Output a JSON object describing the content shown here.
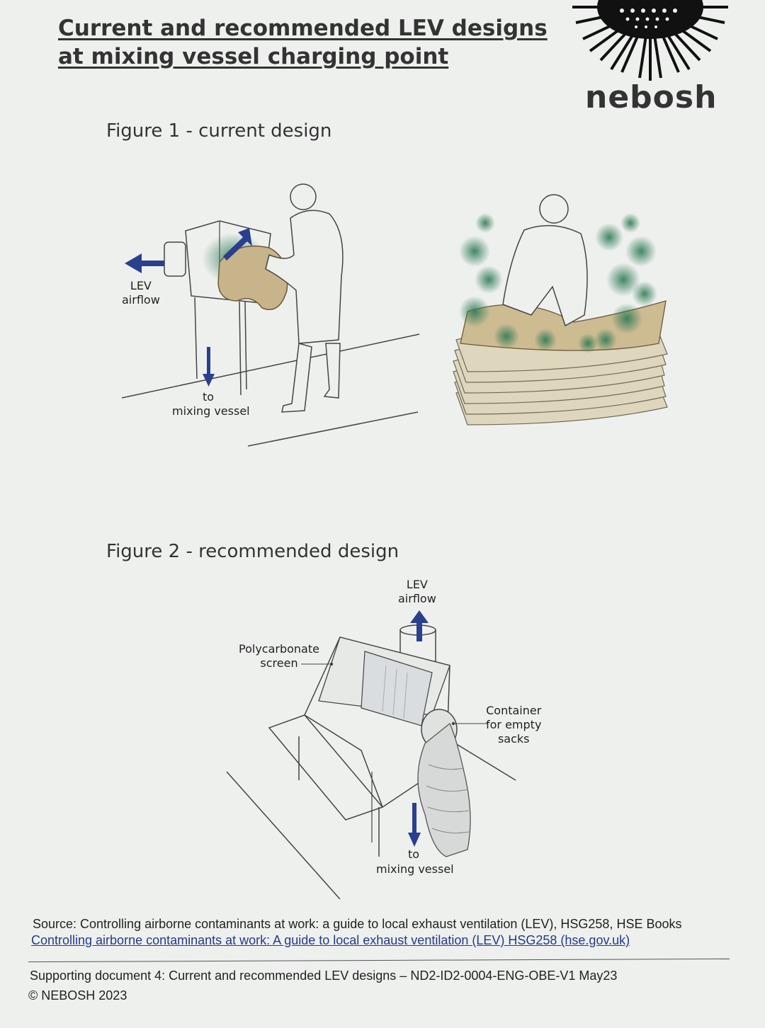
{
  "title": {
    "line1": "Current and recommended LEV designs",
    "line2": "at mixing vessel charging point"
  },
  "logo": {
    "wordmark": "nebosh"
  },
  "figure1": {
    "caption": "Figure 1 - current design",
    "label_lev_line1": "LEV",
    "label_lev_line2": "airflow",
    "label_to": "to",
    "label_vessel": "mixing vessel"
  },
  "figure2": {
    "caption": "Figure 2 - recommended design",
    "label_lev_line1": "LEV",
    "label_lev_line2": "airflow",
    "label_screen_line1": "Polycarbonate",
    "label_screen_line2": "screen",
    "label_container_line1": "Container",
    "label_container_line2": "for empty",
    "label_container_line3": "sacks",
    "label_to": "to",
    "label_vessel": "mixing vessel"
  },
  "footer": {
    "source": "Source: Controlling airborne contaminants at work: a guide to local exhaust ventilation (LEV), HSG258, HSE Books",
    "link": "Controlling airborne contaminants at work: A guide to local exhaust ventilation (LEV) HSG258 (hse.gov.uk)",
    "document": "Supporting document 4: Current and recommended LEV designs – ND2-ID2-0004-ENG-OBE-V1 May23",
    "copyright": "© NEBOSH 2023"
  },
  "colors": {
    "arrow": "#2b3f8f",
    "dust": "#2f7a55",
    "sack": "#c8b48a",
    "link": "#233a8c"
  },
  "icons": [
    "nebosh-starburst-logo",
    "arrow-left-icon",
    "arrow-down-icon",
    "arrow-up-icon"
  ]
}
